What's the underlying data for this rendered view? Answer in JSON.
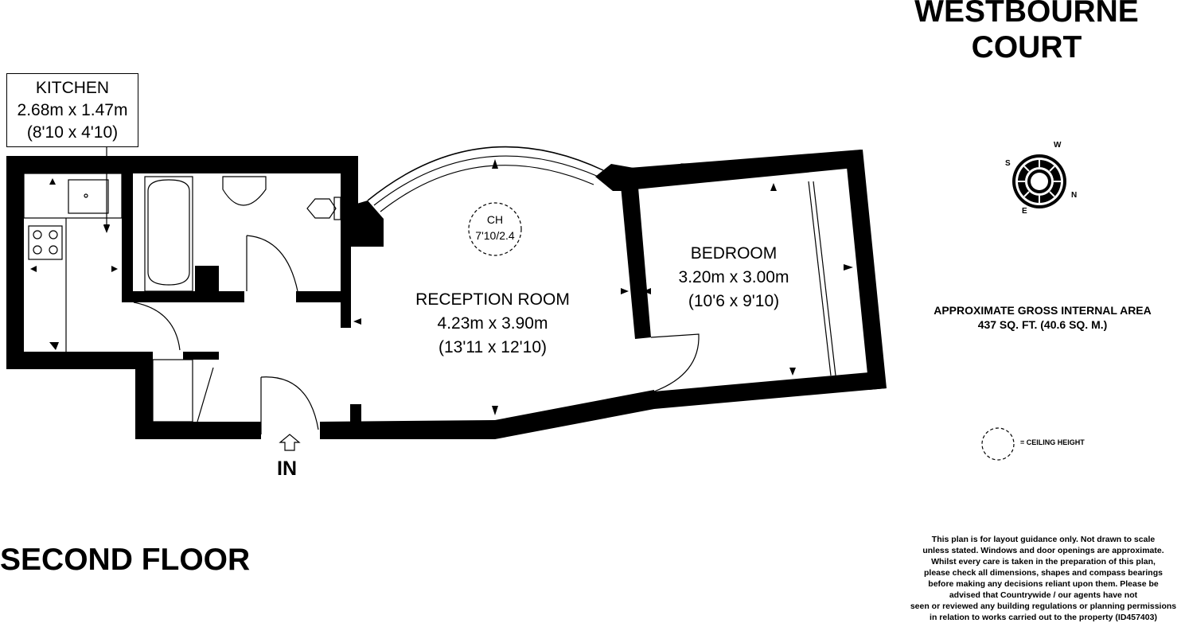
{
  "building_name": [
    "WESTBOURNE",
    "COURT"
  ],
  "compass": {
    "labels": [
      "W",
      "S",
      "N",
      "E"
    ]
  },
  "rooms": {
    "kitchen": {
      "name": "KITCHEN",
      "metric": "2.68m x 1.47m",
      "imperial": "(8'10 x 4'10)"
    },
    "reception": {
      "name": "RECEPTION ROOM",
      "metric": "4.23m x 3.90m",
      "imperial": "(13'11 x 12'10)"
    },
    "bedroom": {
      "name": "BEDROOM",
      "metric": "3.20m x 3.00m",
      "imperial": "(10'6 x 9'10)"
    }
  },
  "ceiling_height": {
    "label": "CH",
    "value": "7'10/2.4"
  },
  "gross_area": {
    "title": "APPROXIMATE GROSS INTERNAL AREA",
    "value": "437 SQ. FT. (40.6 SQ. M.)"
  },
  "legend": {
    "label": "= CEILING HEIGHT"
  },
  "entrance": {
    "label": "IN"
  },
  "floor_name": "SECOND FLOOR",
  "disclaimer": [
    "This plan is for layout guidance only. Not drawn to scale",
    "unless stated. Windows and door openings are approximate.",
    "Whilst every care is taken in the preparation of this plan,",
    "please check all dimensions, shapes and compass bearings",
    "before making any decisions reliant upon them. Please be",
    "advised that Countrywide / our agents have not",
    "seen or reviewed any building regulations or planning permissions",
    "in relation to works carried out to the property (ID457403)"
  ]
}
